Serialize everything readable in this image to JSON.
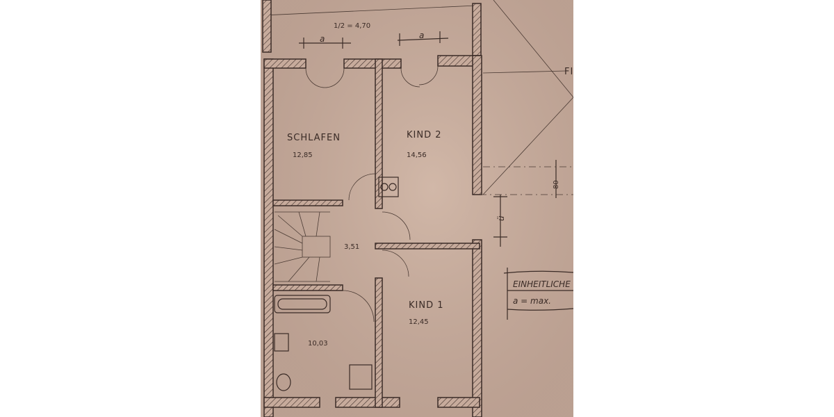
{
  "plan": {
    "top_dimension": "1/2 = 4,70",
    "door_dimension_label_1": "a",
    "door_dimension_label_2": "a",
    "side_label_cut": "FI",
    "rooms": [
      {
        "name": "SCHLAFEN",
        "area": "12,85"
      },
      {
        "name": "KIND 2",
        "area": "14,56"
      },
      {
        "name": "",
        "area": "3,51"
      },
      {
        "name": "KIND 1",
        "area": "12,45"
      },
      {
        "name": "",
        "area": "10,03"
      }
    ],
    "dimension_80": "80",
    "dimension_u": "ü",
    "note_title": "EINHEITLICHE",
    "note_text": "a = max."
  },
  "colors": {
    "paper": "#c7ab9c",
    "ink": "#3a2b26",
    "background": "#ffffff"
  }
}
